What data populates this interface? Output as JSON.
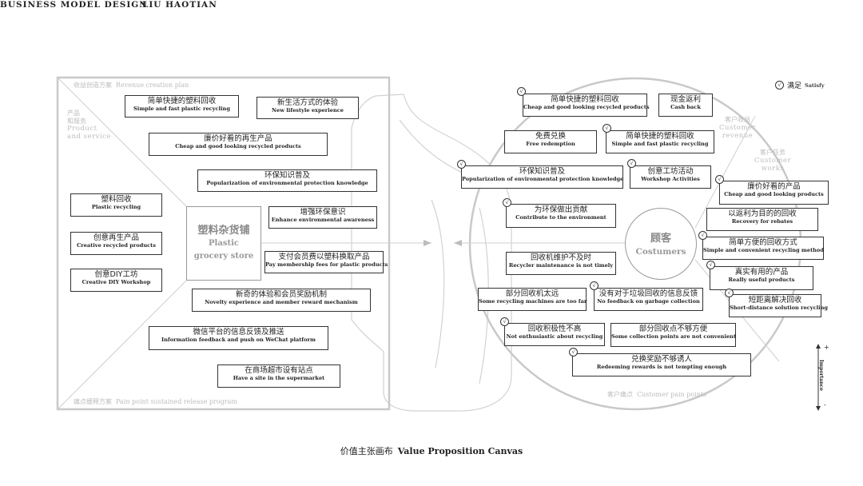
{
  "header": {
    "left": "BUSINESS  MODEL  DESIGN",
    "right": "LIU HAOTIAN"
  },
  "left_square": {
    "revenue_label": {
      "zh": "收益创造方案",
      "en": "Revenue creation plan"
    },
    "pain_label": {
      "zh": "痛点缓释方案",
      "en": "Pain point sustained release program"
    },
    "products_label": {
      "zh1": "产品",
      "zh2": "和服务",
      "en1": "Product",
      "en2": "and service"
    },
    "center": {
      "zh": "塑料杂货铺",
      "en1": "Plastic",
      "en2": "grocery store"
    },
    "boxes": [
      {
        "zh": "简单快捷的塑料回收",
        "en": "Simple and fast plastic recycling"
      },
      {
        "zh": "新生活方式的体验",
        "en": "New lifestyle experience"
      },
      {
        "zh": "廉价好看的再生产品",
        "en": "Cheap and good looking recycled products"
      },
      {
        "zh": "环保知识普及",
        "en": "Popularization of environmental protection knowledge"
      },
      {
        "zh": "塑料回收",
        "en": "Plastic recycling"
      },
      {
        "zh": "增强环保意识",
        "en": "Enhance environmental awareness"
      },
      {
        "zh": "创意再生产品",
        "en": "Creative recycled products"
      },
      {
        "zh": "支付会员费以塑料换取产品",
        "en": "Pay membership fees for plastic products"
      },
      {
        "zh": "创意DIY工坊",
        "en": "Creative DIY Workshop"
      },
      {
        "zh": "新奇的体验和会员奖励机制",
        "en": "Novelty experience and member reward mechanism"
      },
      {
        "zh": "微信平台的信息反馈及推送",
        "en": "Information feedback and push on WeChat platform"
      },
      {
        "zh": "在商场超市设有站点",
        "en": "Have a site in the supermarket"
      }
    ]
  },
  "right_circle": {
    "gains_label": {
      "zh": "客户收益",
      "en1": "Customer",
      "en2": "revenue"
    },
    "jobs_label": {
      "zh": "客户任务",
      "en1": "Customer",
      "en2": "works"
    },
    "pains_label": {
      "zh": "客户痛点",
      "en": "Customer pain points"
    },
    "center": {
      "zh": "顾客",
      "en": "Costumers"
    },
    "tick_symbol": "√",
    "boxes": [
      {
        "zh": "简单快捷的塑料回收",
        "en": "Cheap and good looking recycled products"
      },
      {
        "zh": "现金返利",
        "en": "Cash back"
      },
      {
        "zh": "免费兑换",
        "en": "Free redemption"
      },
      {
        "zh": "简单快捷的塑料回收",
        "en": "Simple and fast plastic recycling"
      },
      {
        "zh": "环保知识普及",
        "en": "Popularization of environmental protection knowledge"
      },
      {
        "zh": "创意工坊活动",
        "en": "Workshop Activities"
      },
      {
        "zh": "廉价好看的产品",
        "en": "Cheap and good looking products"
      },
      {
        "zh": "为环保做出贡献",
        "en": "Contribute to the environment"
      },
      {
        "zh": "以返利为目的的回收",
        "en": "Recovery for rebates"
      },
      {
        "zh": "简单方便的回收方式",
        "en": "Simple and convenient recycling method"
      },
      {
        "zh": "回收机维护不及时",
        "en": "Recycler maintenance is not timely"
      },
      {
        "zh": "真实有用的产品",
        "en": "Really useful products"
      },
      {
        "zh": "部分回收机太远",
        "en": "Some recycling machines are too far"
      },
      {
        "zh": "没有对于垃圾回收的信息反馈",
        "en": "No feedback on garbage collection"
      },
      {
        "zh": "短距离解决回收",
        "en": "Short-distance solution recycling"
      },
      {
        "zh": "回收积极性不高",
        "en": "Not enthusiastic about recycling"
      },
      {
        "zh": "部分回收点不够方便",
        "en": "Some collection points are not convenient"
      },
      {
        "zh": "兑换奖励不够诱人",
        "en": "Redeeming rewards is not tempting enough"
      }
    ]
  },
  "legend": {
    "zh": "满足",
    "en": "Satisfy",
    "symbol": "√"
  },
  "importance": {
    "label": "Importance",
    "plus": "+",
    "minus": "-"
  },
  "caption": {
    "zh": "价值主张画布",
    "en": "Value Proposition Canvas"
  }
}
